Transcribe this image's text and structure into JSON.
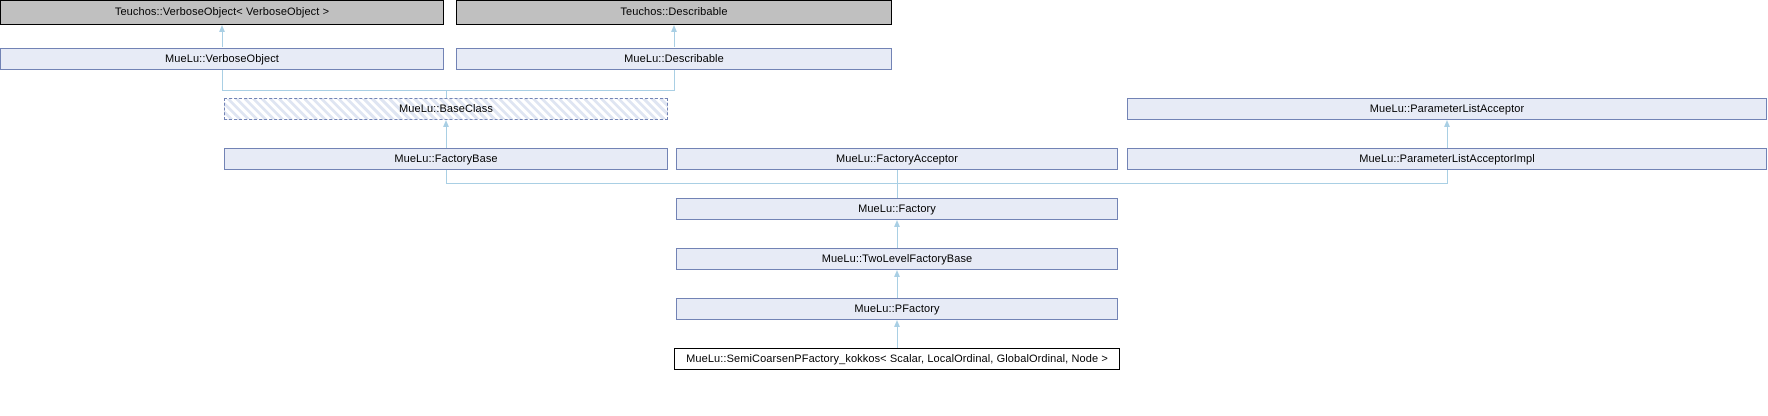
{
  "diagram": {
    "title": "Inheritance diagram for MueLu::SemiCoarsenPFactory_kokkos",
    "type": "class-inheritance",
    "colors": {
      "external_fill": "#c0c0c0",
      "external_border": "#000000",
      "normal_fill": "#e7ebf6",
      "normal_border": "#7283b5",
      "current_fill": "#ffffff",
      "current_border": "#000000",
      "edge": "#a9cfe4"
    },
    "nodes": {
      "teuchos_verbose_object": "Teuchos::VerboseObject< VerboseObject >",
      "teuchos_describable": "Teuchos::Describable",
      "muelu_verbose_object": "MueLu::VerboseObject",
      "muelu_describable": "MueLu::Describable",
      "muelu_base_class": "MueLu::BaseClass",
      "muelu_parameter_list_acceptor": "MueLu::ParameterListAcceptor",
      "muelu_factory_base": "MueLu::FactoryBase",
      "muelu_factory_acceptor": "MueLu::FactoryAcceptor",
      "muelu_parameter_list_acceptor_impl": "MueLu::ParameterListAcceptorImpl",
      "muelu_factory": "MueLu::Factory",
      "muelu_two_level_factory_base": "MueLu::TwoLevelFactoryBase",
      "muelu_pfactory": "MueLu::PFactory",
      "muelu_semicoarsen_pfactory_kokkos": "MueLu::SemiCoarsenPFactory_kokkos< Scalar, LocalOrdinal, GlobalOrdinal, Node >"
    }
  }
}
